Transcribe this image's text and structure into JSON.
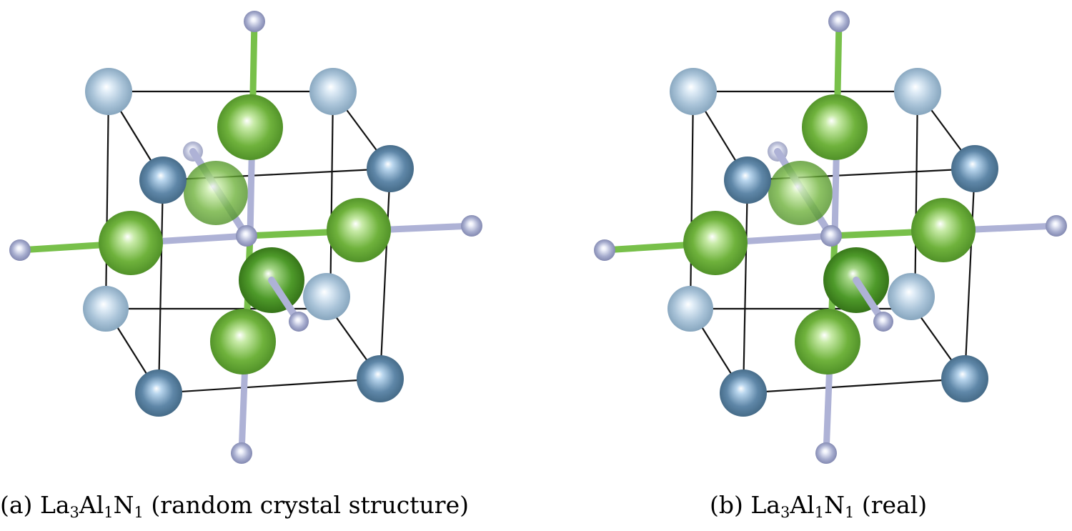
{
  "panels": [
    {
      "id": "a",
      "caption": {
        "prefix": "(a)",
        "formula": [
          [
            "La",
            "3"
          ],
          [
            "Al",
            "1"
          ],
          [
            "N",
            "1"
          ]
        ],
        "suffix": "(random crystal structure)"
      }
    },
    {
      "id": "b",
      "caption": {
        "prefix": "(b)",
        "formula": [
          [
            "La",
            "3"
          ],
          [
            "Al",
            "1"
          ],
          [
            "N",
            "1"
          ]
        ],
        "suffix": "(real)"
      }
    }
  ],
  "atom_colors": {
    "La_dark": "#5f87a8",
    "La_light": "#a9c3d8",
    "Al": "#6fb23c",
    "N": "#a8aecf",
    "edge": "#111111",
    "bond_al": "#78c04a",
    "bond_n": "#aeb2d6"
  }
}
